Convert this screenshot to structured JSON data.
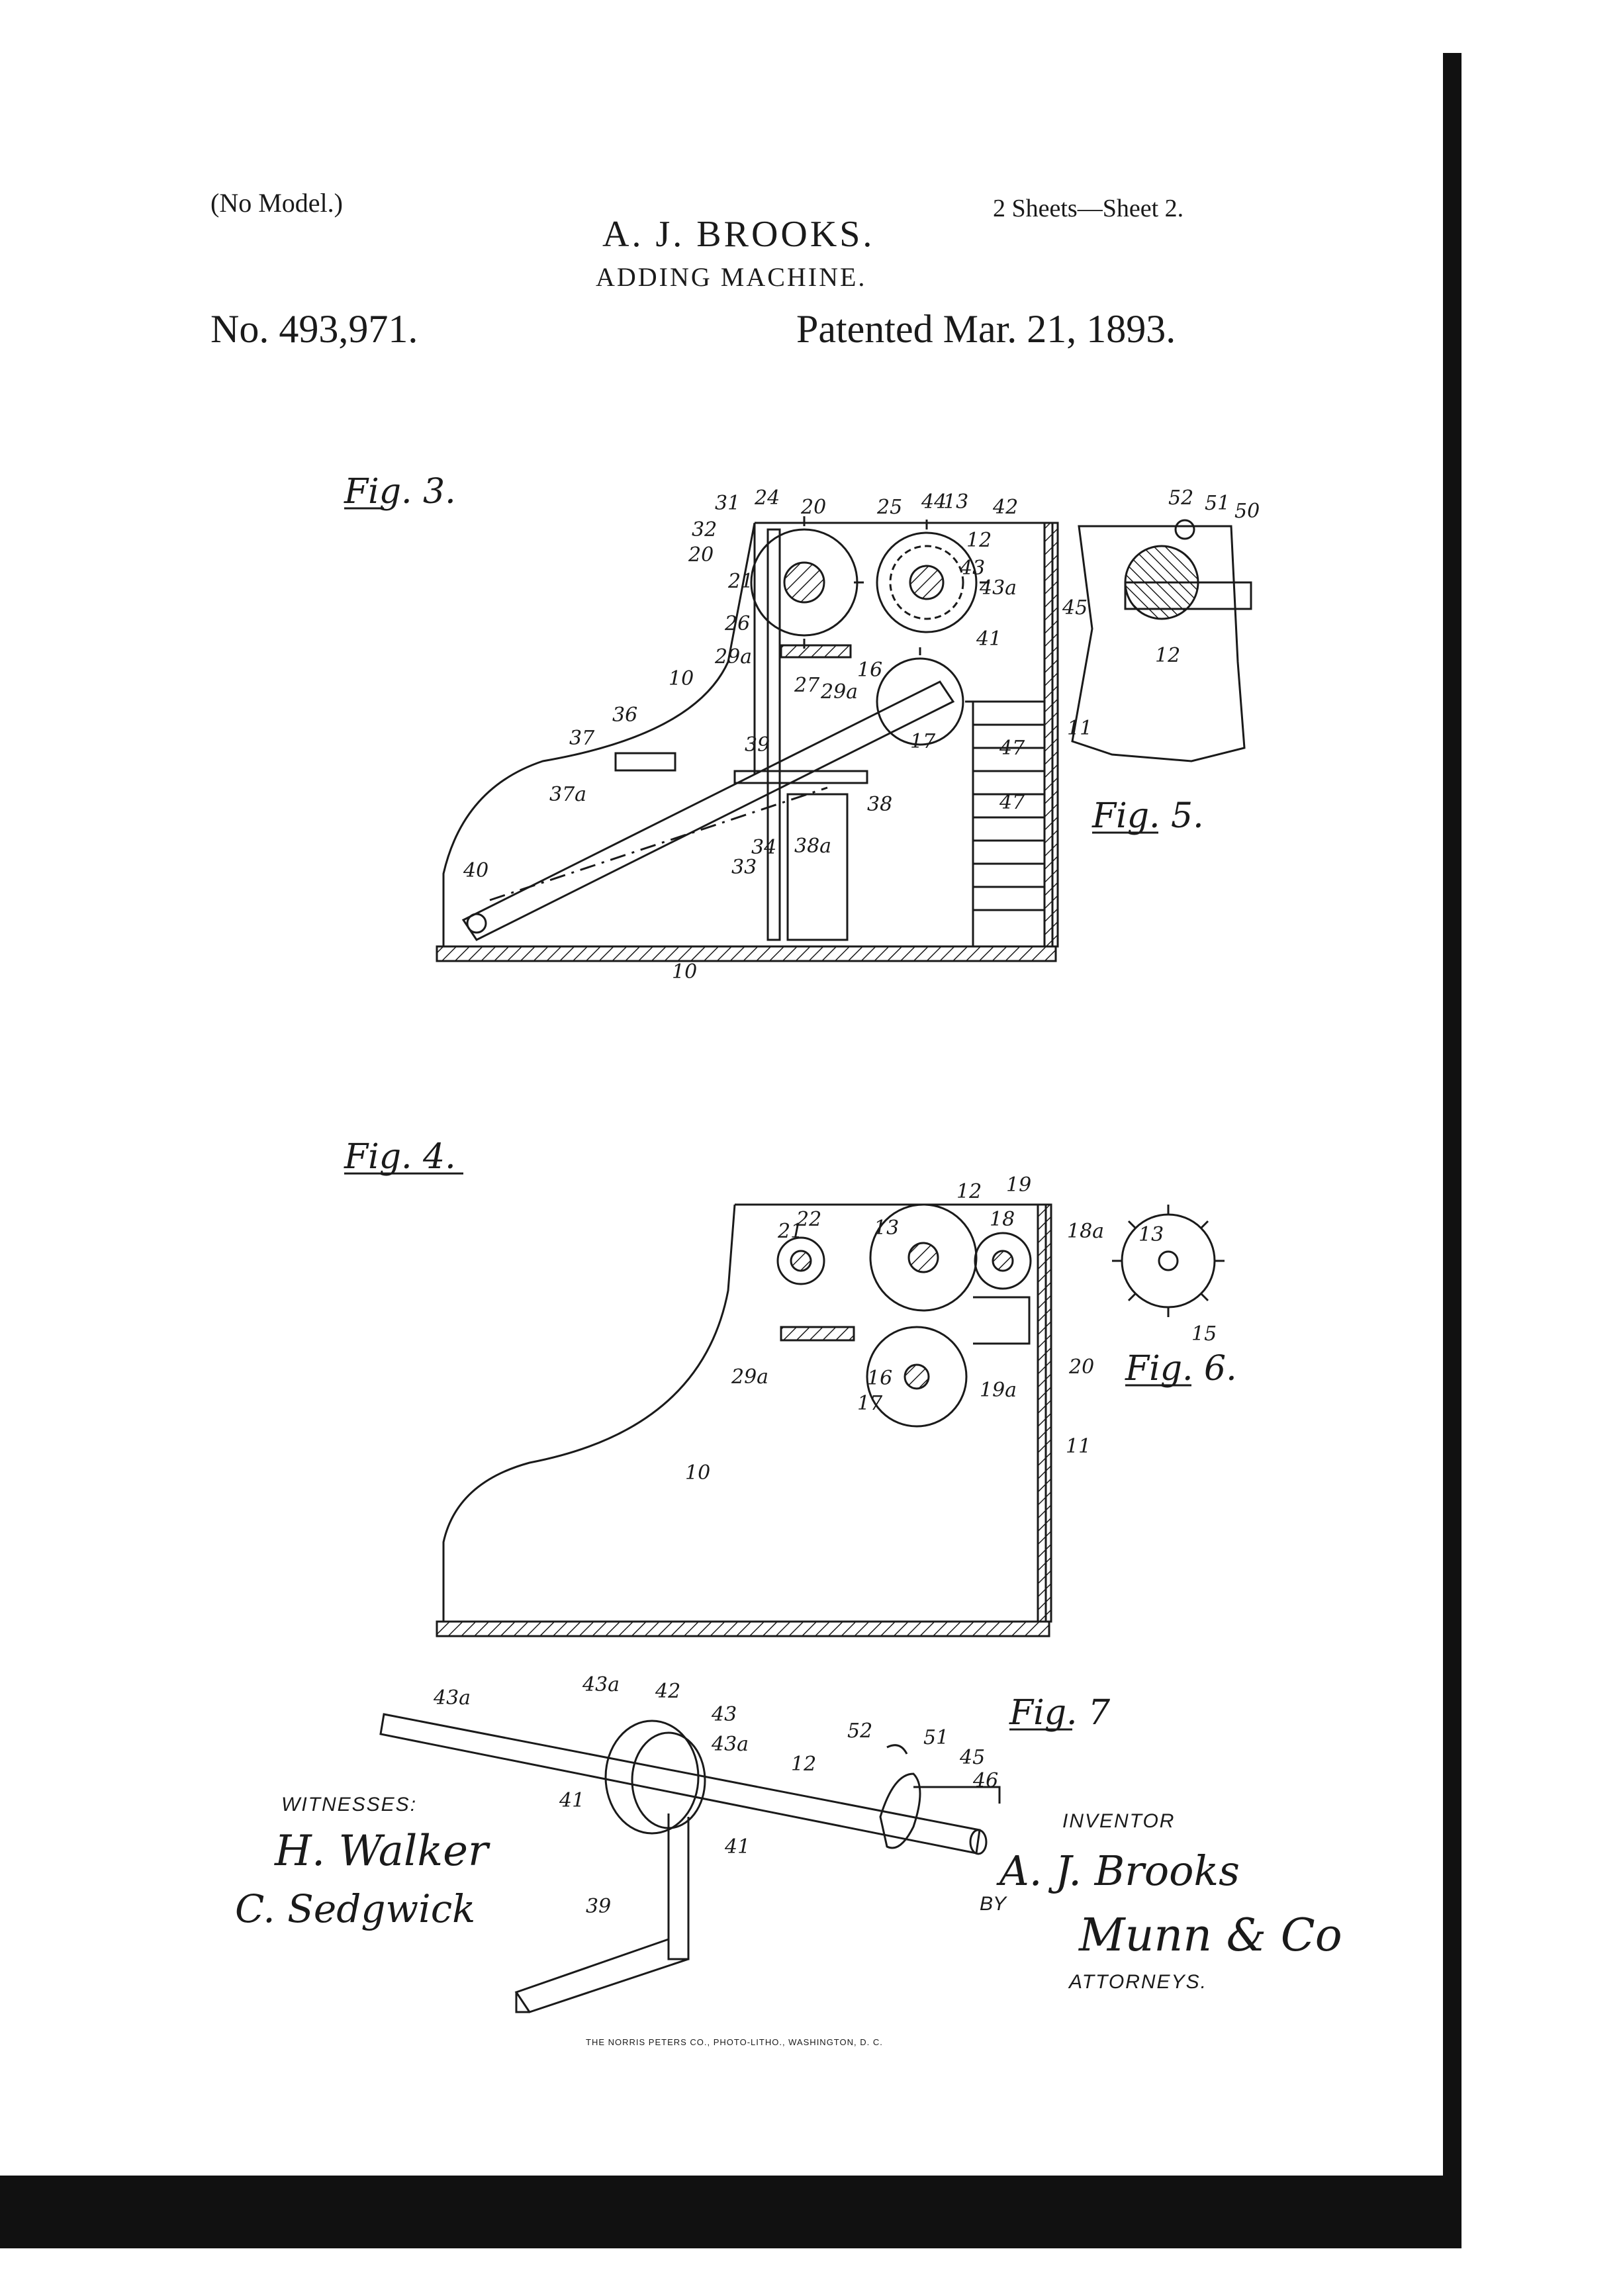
{
  "header": {
    "model_note": "(No Model.)",
    "sheets": "2 Sheets—Sheet 2.",
    "inventor_name": "A. J. BROOKS.",
    "title": "ADDING MACHINE.",
    "patent_number": "No. 493,971.",
    "patent_date": "Patented Mar. 21, 1893."
  },
  "figures": {
    "fig3": {
      "label": "Fig. 3.",
      "refs": [
        "31",
        "24",
        "20",
        "25",
        "44",
        "13",
        "42",
        "32",
        "20",
        "12",
        "43",
        "43a",
        "21",
        "45",
        "26",
        "41",
        "29a",
        "27",
        "29a",
        "16",
        "10",
        "36",
        "37",
        "17",
        "11",
        "47",
        "39",
        "37a",
        "38",
        "34",
        "38a",
        "47",
        "33",
        "40",
        "10"
      ]
    },
    "fig4": {
      "label": "Fig. 4.",
      "refs": [
        "13",
        "12",
        "19",
        "21",
        "22",
        "18",
        "18a",
        "29a",
        "16",
        "17",
        "19a",
        "20",
        "10",
        "11"
      ]
    },
    "fig5": {
      "label": "Fig. 5.",
      "refs": [
        "52",
        "51",
        "50",
        "12"
      ]
    },
    "fig6": {
      "label": "Fig. 6.",
      "refs": [
        "13",
        "15"
      ]
    },
    "fig7": {
      "label": "Fig. 7",
      "refs": [
        "43a",
        "43a",
        "42",
        "43",
        "43a",
        "52",
        "51",
        "45",
        "41",
        "12",
        "46",
        "41",
        "39"
      ]
    }
  },
  "signatures": {
    "witnesses_label": "WITNESSES:",
    "witness_1": "H. Walker",
    "witness_2": "C. Sedgwick",
    "inventor_label": "INVENTOR",
    "inventor_signature": "A. J. Brooks",
    "by_label": "BY",
    "attorney_signature": "Munn & Co",
    "attorneys_label": "ATTORNEYS."
  },
  "footer": {
    "printer": "THE NORRIS PETERS CO., PHOTO-LITHO., WASHINGTON, D. C."
  },
  "colors": {
    "ink": "#1a1a1a",
    "paper": "#ffffff",
    "border": "#111111"
  }
}
